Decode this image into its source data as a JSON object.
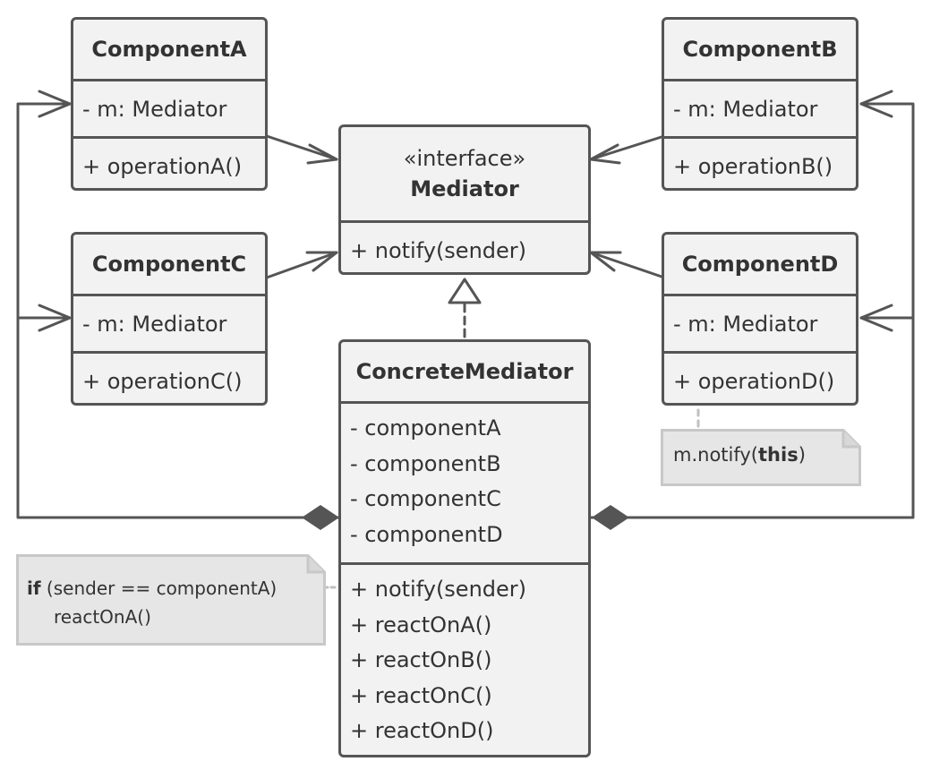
{
  "components": {
    "a": {
      "name": "ComponentA",
      "field": "- m: Mediator",
      "op": "+ operationA()"
    },
    "b": {
      "name": "ComponentB",
      "field": "- m: Mediator",
      "op": "+ operationB()"
    },
    "c": {
      "name": "ComponentC",
      "field": "- m: Mediator",
      "op": "+ operationC()"
    },
    "d": {
      "name": "ComponentD",
      "field": "- m: Mediator",
      "op": "+ operationD()"
    }
  },
  "mediator": {
    "stereotype": "«interface»",
    "name": "Mediator",
    "method": "+ notify(sender)"
  },
  "concrete": {
    "name": "ConcreteMediator",
    "fields": [
      "- componentA",
      "- componentB",
      "- componentC",
      "- componentD"
    ],
    "methods": [
      "+ notify(sender)",
      "+ reactOnA()",
      "+ reactOnB()",
      "+ reactOnC()",
      "+ reactOnD()"
    ]
  },
  "notes": {
    "component_d": {
      "prefix": "m.notify(",
      "keyword": "this",
      "suffix": ")"
    },
    "concrete": {
      "keyword": "if",
      "condition": " (sender == componentA)",
      "body": "reactOnA()"
    }
  },
  "colors": {
    "line": "#555555",
    "box_fill": "#f2f2f2",
    "note_fill": "#e6e6e6",
    "note_border": "#c8c8c8",
    "text": "#333333"
  }
}
